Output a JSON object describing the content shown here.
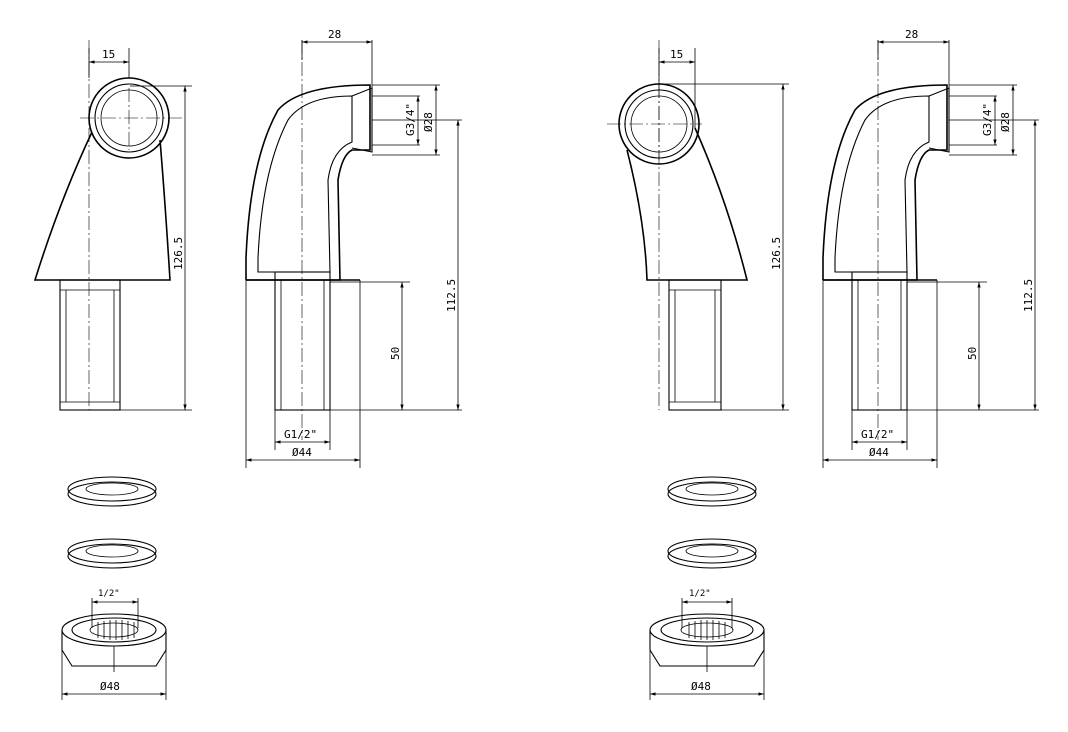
{
  "drawings": [
    {
      "dim_side_offset": "15",
      "dim_section_offset": "28",
      "dim_total_height": "126.5",
      "dim_section_height": "112.5",
      "dim_thread_length": "50",
      "thread_outlet": "G3/4\"",
      "dia_outlet": "Ø28",
      "thread_inlet": "G1/2\"",
      "dia_base": "Ø44",
      "nut_thread": "1/2\"",
      "dia_nut": "Ø48"
    },
    {
      "dim_side_offset": "15",
      "dim_section_offset": "28",
      "dim_total_height": "126.5",
      "dim_section_height": "112.5",
      "dim_thread_length": "50",
      "thread_outlet": "G3/4\"",
      "dia_outlet": "Ø28",
      "thread_inlet": "G1/2\"",
      "dia_base": "Ø44",
      "nut_thread": "1/2\"",
      "dia_nut": "Ø48"
    }
  ]
}
